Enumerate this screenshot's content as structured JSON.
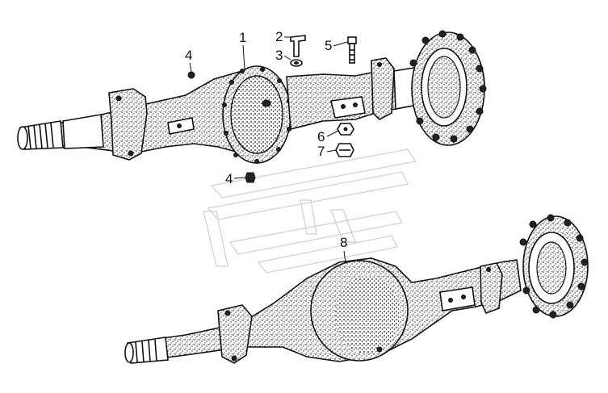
{
  "callouts": [
    {
      "id": "1",
      "label": "1"
    },
    {
      "id": "2",
      "label": "2"
    },
    {
      "id": "3",
      "label": "3"
    },
    {
      "id": "4a",
      "label": "4"
    },
    {
      "id": "4b",
      "label": "4"
    },
    {
      "id": "5",
      "label": "5"
    },
    {
      "id": "6",
      "label": "6"
    },
    {
      "id": "7",
      "label": "7"
    },
    {
      "id": "8",
      "label": "8"
    }
  ],
  "colors": {
    "ink": "#111111",
    "background": "#ffffff",
    "watermark": "#cfcfcf"
  }
}
